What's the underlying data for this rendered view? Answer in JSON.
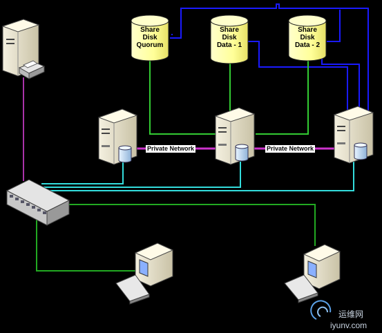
{
  "disks": [
    {
      "line1": "Share",
      "line2": "Disk",
      "line3": "Quorum"
    },
    {
      "line1": "Share",
      "line2": "Disk",
      "line3": "Data - 1"
    },
    {
      "line1": "Share",
      "line2": "Disk",
      "line3": "Data - 2"
    }
  ],
  "networks": {
    "private_left": "Private Network",
    "private_right": "Private Network"
  },
  "watermark": {
    "cn": "运维网",
    "url": "iyunv.com"
  },
  "colors": {
    "disk_fill": "#ffff99",
    "fiber_link": "#1a1aff",
    "storage_link": "#33cc33",
    "private_link": "#cc33cc",
    "public_link": "#33dddd",
    "lan_link": "#22aa22",
    "printer_link": "#aa33aa"
  }
}
